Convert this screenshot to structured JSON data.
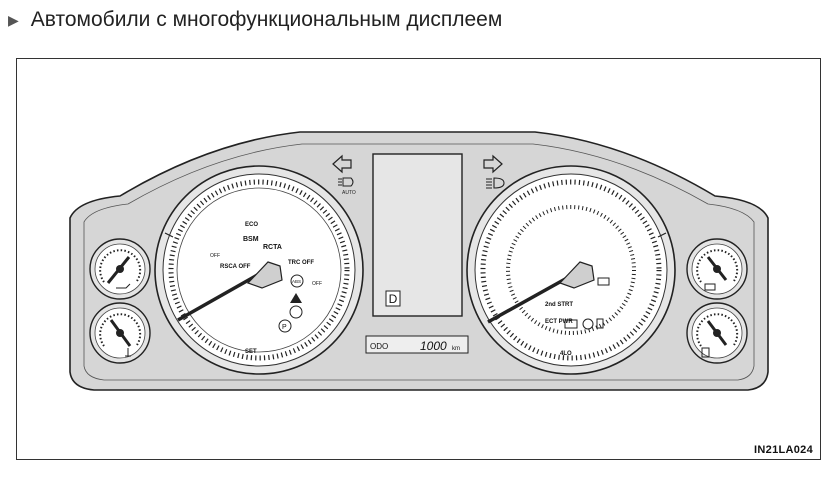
{
  "heading": {
    "title": "Автомобили с многофункциональным дисплеем"
  },
  "figure_code": "IN21LA024",
  "odometer": {
    "label": "ODO",
    "value": "1000",
    "unit": "km"
  },
  "gear_indicator": "D",
  "left_gauge": {
    "bottom_label": "SET",
    "indicators": [
      "ECO",
      "BSM",
      "RCTA",
      "RSCA OFF",
      "TRC OFF",
      "ABS",
      "OFF",
      "OFF"
    ]
  },
  "right_gauge": {
    "indicators": [
      "2nd STRT",
      "ECT PWR",
      "4LO"
    ]
  },
  "icons": {
    "turn_left": "turn-left-arrow-icon",
    "turn_right": "turn-right-arrow-icon",
    "auto_headlight": "auto-headlight-icon",
    "headlight": "high-beam-icon",
    "fuel": "fuel-pump-icon",
    "temperature": "coolant-temperature-icon",
    "oil": "oil-pressure-icon",
    "battery": "battery-icon"
  },
  "colors": {
    "panel": "#d3d3d3",
    "line": "#222222",
    "background": "#ffffff"
  }
}
